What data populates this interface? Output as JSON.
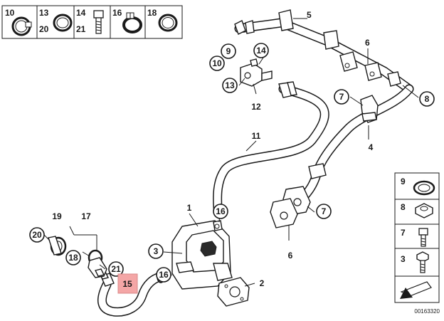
{
  "kit_box": {
    "labels": [
      "10",
      "13",
      "20",
      "14",
      "21",
      "16",
      "18"
    ]
  },
  "side_legend": {
    "labels": [
      "9",
      "8",
      "7",
      "3"
    ]
  },
  "callouts": {
    "c1": "1",
    "c2": "2",
    "c3": "3",
    "c4": "4",
    "c5": "5",
    "c6a": "6",
    "c6b": "6",
    "c7a": "7",
    "c7b": "7",
    "c8": "8",
    "c9": "9",
    "c10": "10",
    "c11": "11",
    "c12": "12",
    "c13": "13",
    "c14": "14",
    "c15": "15",
    "c16a": "16",
    "c16b": "16",
    "c17": "17",
    "c18": "18",
    "c19": "19",
    "c20": "20",
    "c21": "21"
  },
  "highlight_color": "#f4a6a6",
  "reference_number": "00163320"
}
